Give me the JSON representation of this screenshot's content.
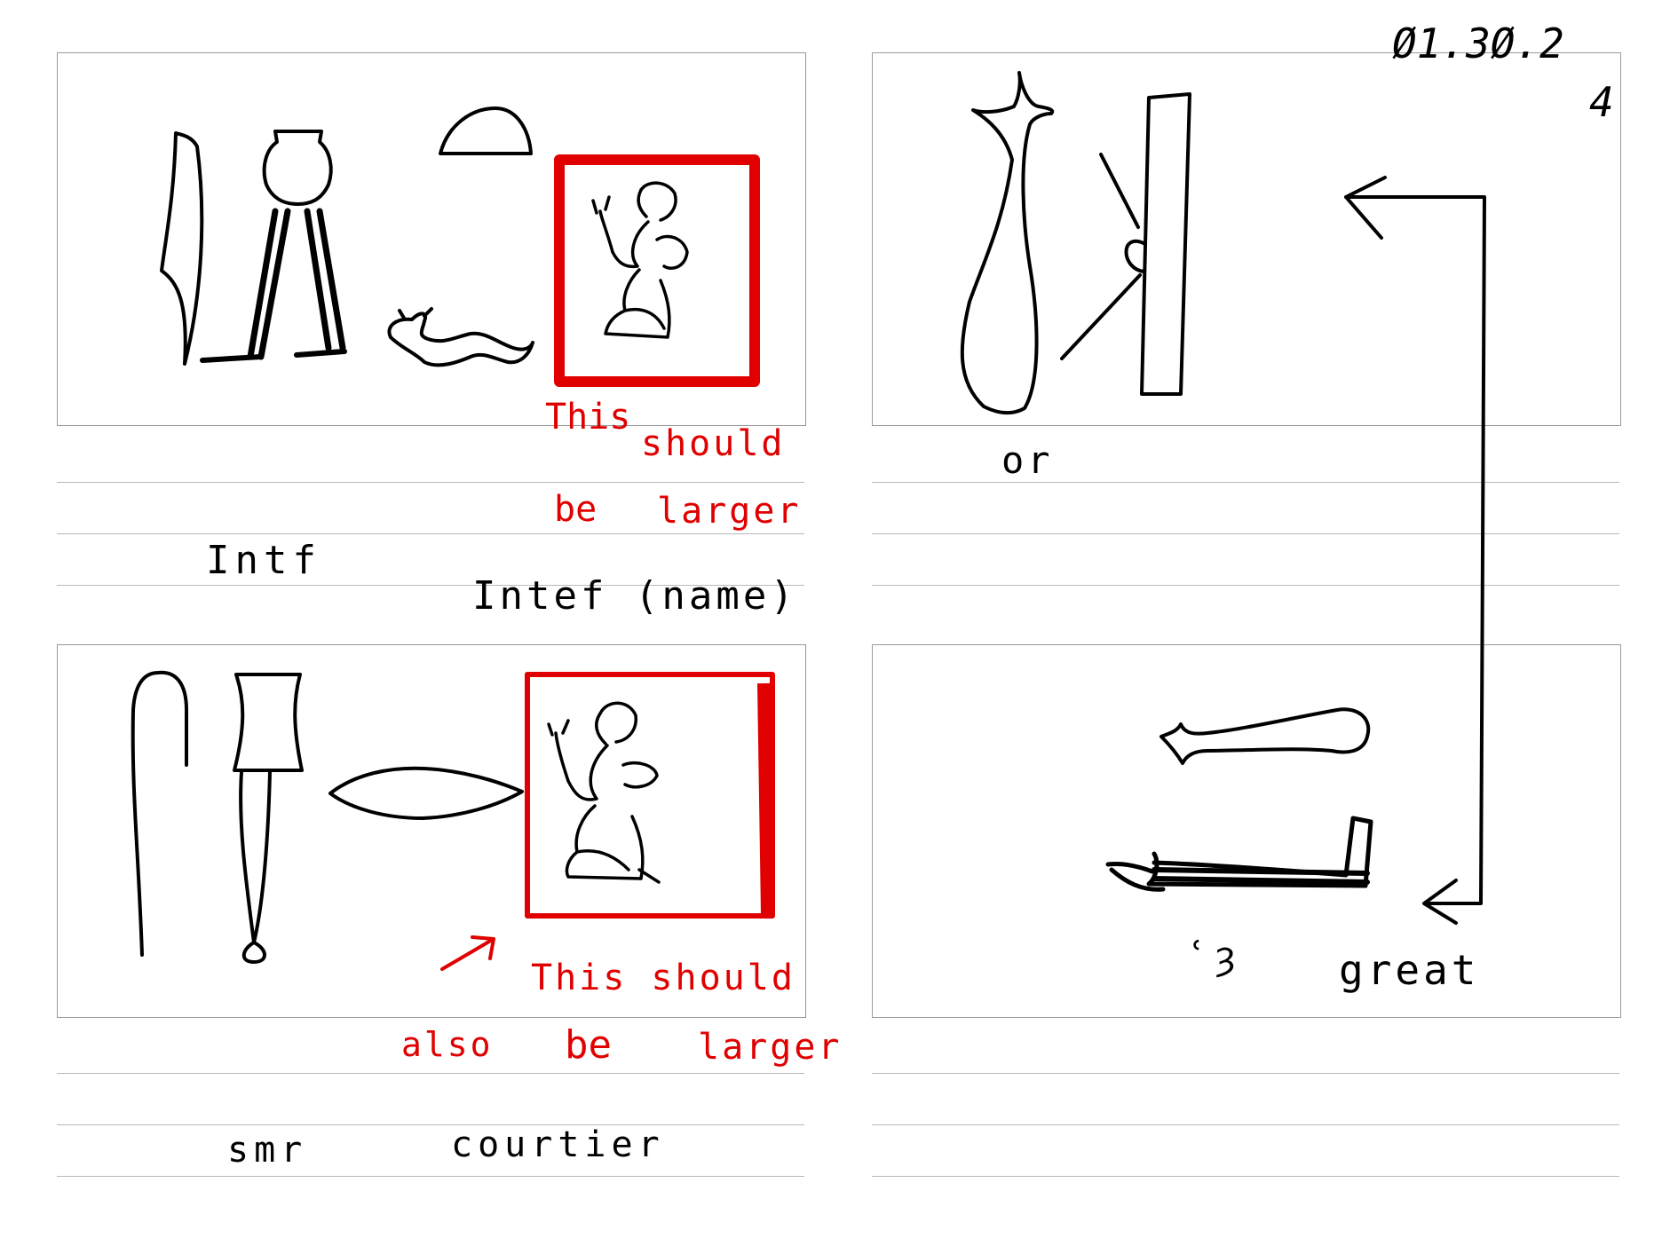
{
  "page_ref": "Ø1.3Ø.2",
  "page_sub": "4",
  "top_left": {
    "note_line1": "This",
    "note_line2": "should",
    "note_line3": "be",
    "note_line4": "larger",
    "translit": "Intf",
    "meaning": "Intef (name)"
  },
  "top_right": {
    "alt_word": "or"
  },
  "bottom_left": {
    "note_line1": "This should",
    "note_line2": "also",
    "note_line3": "be",
    "note_line4": "larger",
    "translit": "smr",
    "meaning": "courtier"
  },
  "bottom_right": {
    "translit": "ʿȝ",
    "meaning": "great"
  },
  "colors": {
    "ink": "#000000",
    "annotation": "#e00000",
    "frame": "#9a9a9a"
  }
}
